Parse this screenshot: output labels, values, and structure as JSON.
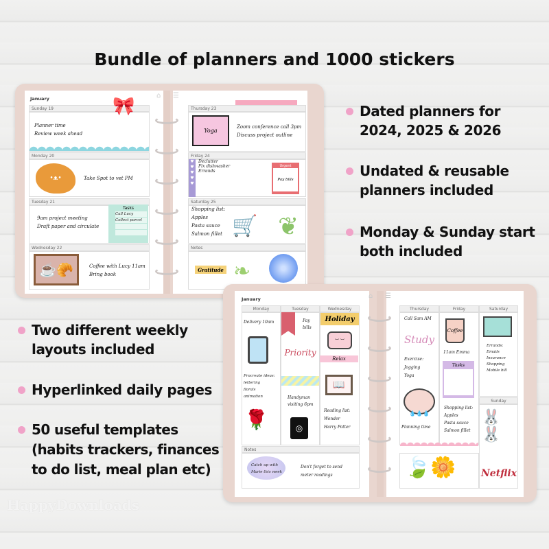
{
  "title": "Bundle of planners and 1000 stickers",
  "features_right": [
    {
      "lines": [
        "Dated planners for",
        "2024, 2025 & 2026"
      ]
    },
    {
      "lines": [
        "Undated & reusable",
        "planners included"
      ]
    },
    {
      "lines": [
        "Monday & Sunday start",
        "both included"
      ]
    }
  ],
  "features_left": [
    {
      "lines": [
        "Two different weekly",
        "layouts included"
      ]
    },
    {
      "lines": [
        "Hyperlinked daily pages"
      ]
    },
    {
      "lines": [
        "50 useful templates",
        "(habits trackers, finances",
        "to do list, meal plan etc)"
      ]
    }
  ],
  "watermark": "HappyDownloads",
  "colors": {
    "accent_dot": "#f0a3c8",
    "planner_cover": "#e9d6cf"
  },
  "planner1": {
    "month": "January",
    "days": [
      {
        "label": "Sunday 19",
        "notes": [
          "Planner time",
          "Review week ahead"
        ]
      },
      {
        "label": "Monday 20",
        "notes": [
          "Take Spot to vet PM"
        ]
      },
      {
        "label": "Tuesday 21",
        "notes": [
          "9am project meeting",
          "Draft paper and circulate"
        ]
      },
      {
        "label": "Wednesday 22",
        "notes": [
          "Coffee with Lucy 11am",
          "Bring book"
        ]
      },
      {
        "label": "Thursday 23",
        "notes": [
          "Zoom conference call 3pm",
          "Discuss project outline"
        ]
      },
      {
        "label": "Friday 24",
        "notes": [
          "Declutter",
          "Fix dishwasher",
          "Errands"
        ]
      },
      {
        "label": "Saturday 25",
        "notes": [
          "Shopping list:",
          "Apples",
          "Pasta sauce",
          "Salmon fillet"
        ]
      },
      {
        "label": "Notes",
        "notes": []
      }
    ],
    "tasks": {
      "title": "Tasks",
      "items": [
        "Call Lucy",
        "Collect parcel"
      ]
    },
    "stickers": {
      "yoga": "Yoga",
      "urgent": "Urgent",
      "pay_bills": "Pay bills",
      "gratitude": "Gratitude"
    }
  },
  "planner2": {
    "month": "January",
    "columns": [
      "Monday",
      "Tuesday",
      "Wednesday",
      "Thursday",
      "Friday",
      "Saturday",
      "Sunday"
    ],
    "notes_label": "Notes",
    "monday": [
      "Delivery 10am",
      "Procreate ideas:",
      "lettering",
      "florals",
      "animation"
    ],
    "tuesday": [
      "Pay",
      "bills",
      "Handyman",
      "visiting 6pm"
    ],
    "wednesday": [
      "Reading list:",
      "Wonder",
      "Harry Potter"
    ],
    "thursday": [
      "Call Sam AM",
      "Exercise:",
      "Jogging",
      "Yoga",
      "Planning time"
    ],
    "friday": [
      "11am Emma",
      "Shopping list:",
      "Apples",
      "Pasta sauce",
      "Salmon fillet"
    ],
    "saturday": [
      "Errands:",
      "Emails",
      "Insurance",
      "Shopping",
      "Mobile bill"
    ],
    "notes": {
      "cloud": [
        "Catch up with",
        "Marie this week"
      ],
      "text": [
        "Don't forget to send",
        "meter readings"
      ]
    },
    "stickers": {
      "holiday": "Holiday",
      "priority": "Priority",
      "relax": "Relax",
      "study": "Study",
      "coffee": "Coffee",
      "tasks": "Tasks",
      "netflix": "Netflix"
    }
  }
}
